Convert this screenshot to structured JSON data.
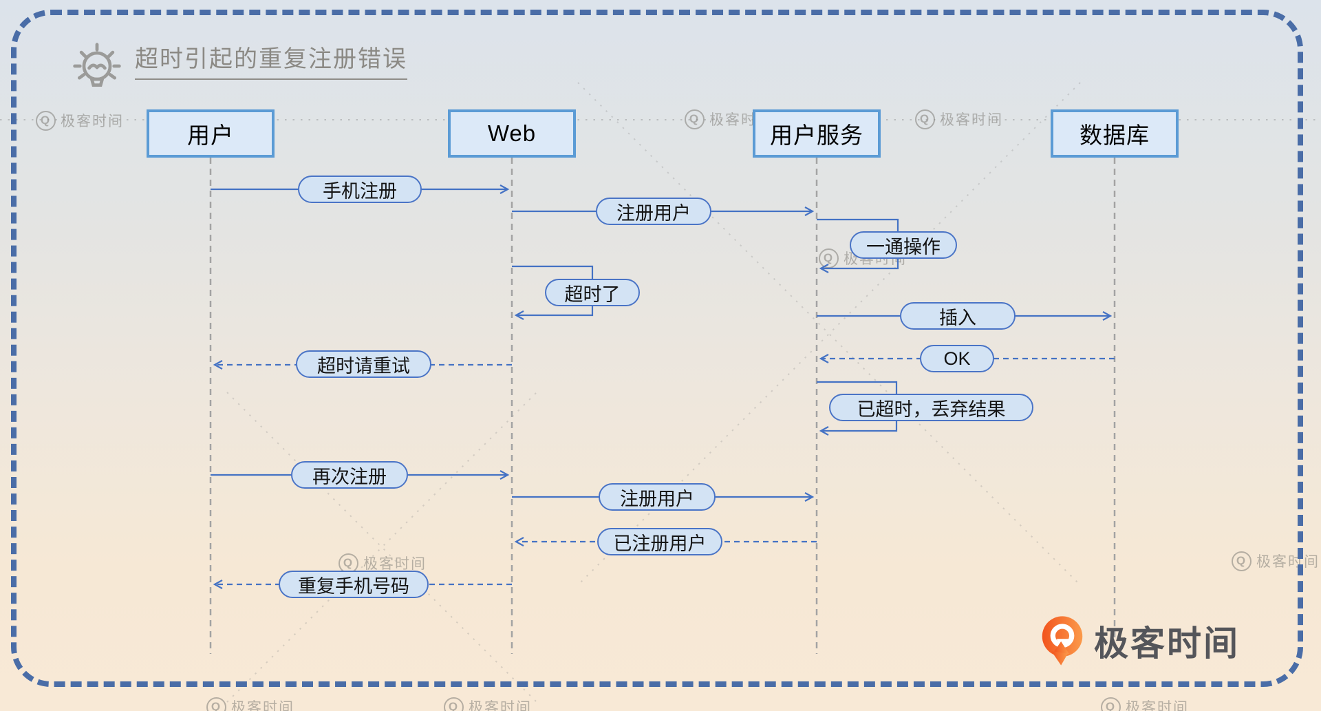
{
  "title": "超时引起的重复注册错误",
  "actors": [
    {
      "id": "user",
      "label": "用户"
    },
    {
      "id": "web",
      "label": "Web"
    },
    {
      "id": "service",
      "label": "用户服务"
    },
    {
      "id": "database",
      "label": "数据库"
    }
  ],
  "messages": [
    {
      "id": "phone-register",
      "label": "手机注册",
      "from": "user",
      "to": "web",
      "style": "solid"
    },
    {
      "id": "register-user-1",
      "label": "注册用户",
      "from": "web",
      "to": "service",
      "style": "solid"
    },
    {
      "id": "some-operation",
      "label": "一通操作",
      "from": "service",
      "to": "service",
      "style": "self"
    },
    {
      "id": "timed-out",
      "label": "超时了",
      "from": "web",
      "to": "web",
      "style": "self"
    },
    {
      "id": "insert",
      "label": "插入",
      "from": "service",
      "to": "database",
      "style": "solid"
    },
    {
      "id": "ok",
      "label": "OK",
      "from": "database",
      "to": "service",
      "style": "dashed"
    },
    {
      "id": "timeout-retry",
      "label": "超时请重试",
      "from": "web",
      "to": "user",
      "style": "dashed"
    },
    {
      "id": "timeout-discard",
      "label": "已超时，丢弃结果",
      "from": "service",
      "to": "service",
      "style": "self"
    },
    {
      "id": "register-again",
      "label": "再次注册",
      "from": "user",
      "to": "web",
      "style": "solid"
    },
    {
      "id": "register-user-2",
      "label": "注册用户",
      "from": "web",
      "to": "service",
      "style": "solid"
    },
    {
      "id": "registered-user",
      "label": "已注册用户",
      "from": "service",
      "to": "web",
      "style": "dashed"
    },
    {
      "id": "duplicate-phone",
      "label": "重复手机号码",
      "from": "web",
      "to": "user",
      "style": "dashed"
    }
  ],
  "watermark": {
    "text": "极客时间",
    "icon_letter": "Q"
  },
  "logo": {
    "text": "极客时间"
  },
  "colors": {
    "arrow_blue": "#4472c4",
    "pill_fill": "#d3e3f4",
    "pill_border": "#4a74c6",
    "actor_border": "#5b9bd5",
    "actor_fill": "#dce9f8",
    "outer_border": "#4a6da7",
    "lifeline_gray": "#a3a3a3",
    "title_gray": "#8b8984",
    "logo_orange": "#f5641f",
    "background_top": "#dce3eb",
    "background_bottom": "#f8e9d6"
  }
}
